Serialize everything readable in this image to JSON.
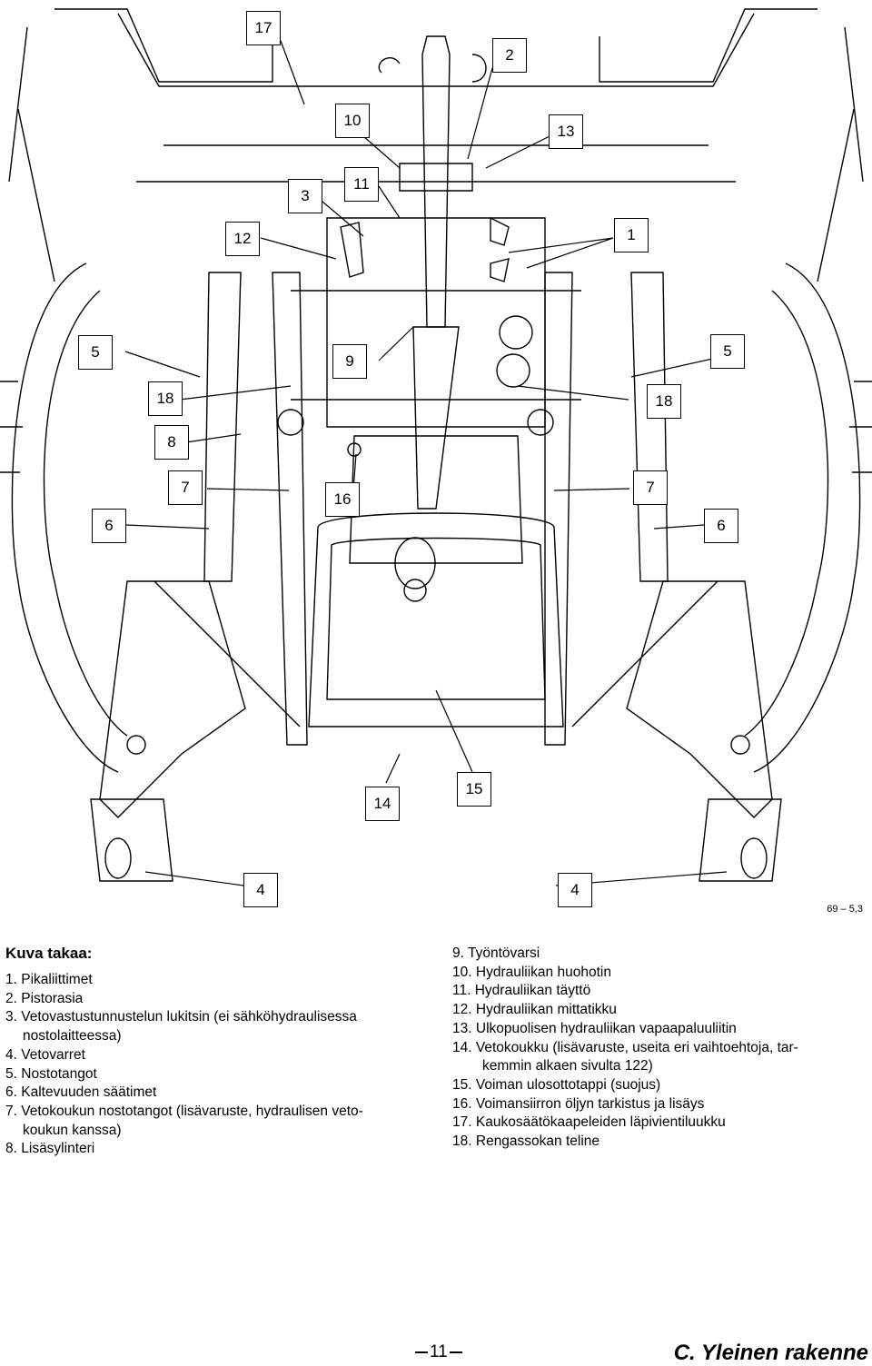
{
  "figure": {
    "description_code": "69 – 5,3",
    "callouts": [
      "17",
      "2",
      "10",
      "13",
      "3",
      "11",
      "12",
      "1",
      "5",
      "9",
      "5",
      "18",
      "18",
      "8",
      "7",
      "16",
      "7",
      "6",
      "6",
      "14",
      "15",
      "4",
      "4"
    ]
  },
  "caption": "Kuva takaa:",
  "left_list": [
    {
      "num": "1.",
      "text": "Pikaliittimet"
    },
    {
      "num": "2.",
      "text": "Pistorasia"
    },
    {
      "num": "3.",
      "text": "Vetovastustunnustelun lukitsin (ei sähköhydraulisessa",
      "cont": "nostolaitteessa)"
    },
    {
      "num": "4.",
      "text": "Vetovarret"
    },
    {
      "num": "5.",
      "text": "Nostotangot"
    },
    {
      "num": "6.",
      "text": "Kaltevuuden säätimet"
    },
    {
      "num": "7.",
      "text": "Vetokoukun nostotangot (lisävaruste, hydraulisen veto-",
      "cont": "koukun kanssa)"
    },
    {
      "num": "8.",
      "text": "Lisäsylinteri"
    }
  ],
  "right_list": [
    {
      "num": "9.",
      "text": "Työntövarsi"
    },
    {
      "num": "10.",
      "text": "Hydrauliikan huohotin"
    },
    {
      "num": "11.",
      "text": "Hydrauliikan täyttö"
    },
    {
      "num": "12.",
      "text": "Hydrauliikan mittatikku"
    },
    {
      "num": "13.",
      "text": "Ulkopuolisen hydrauliikan vapaapaluuliitin"
    },
    {
      "num": "14.",
      "text": "Vetokoukku (lisävaruste, useita eri vaihtoehtoja, tar-",
      "cont": "kemmin alkaen sivulta 122)"
    },
    {
      "num": "15.",
      "text": "Voiman ulosottotappi (suojus)"
    },
    {
      "num": "16.",
      "text": "Voimansiirron öljyn tarkistus ja lisäys"
    },
    {
      "num": "17.",
      "text": "Kaukosäätökaapeleiden läpivientiluukku"
    },
    {
      "num": "18.",
      "text": "Rengassokan teline"
    }
  ],
  "footer": {
    "page_number": "11",
    "chapter_title": "C. Yleinen rakenne"
  }
}
